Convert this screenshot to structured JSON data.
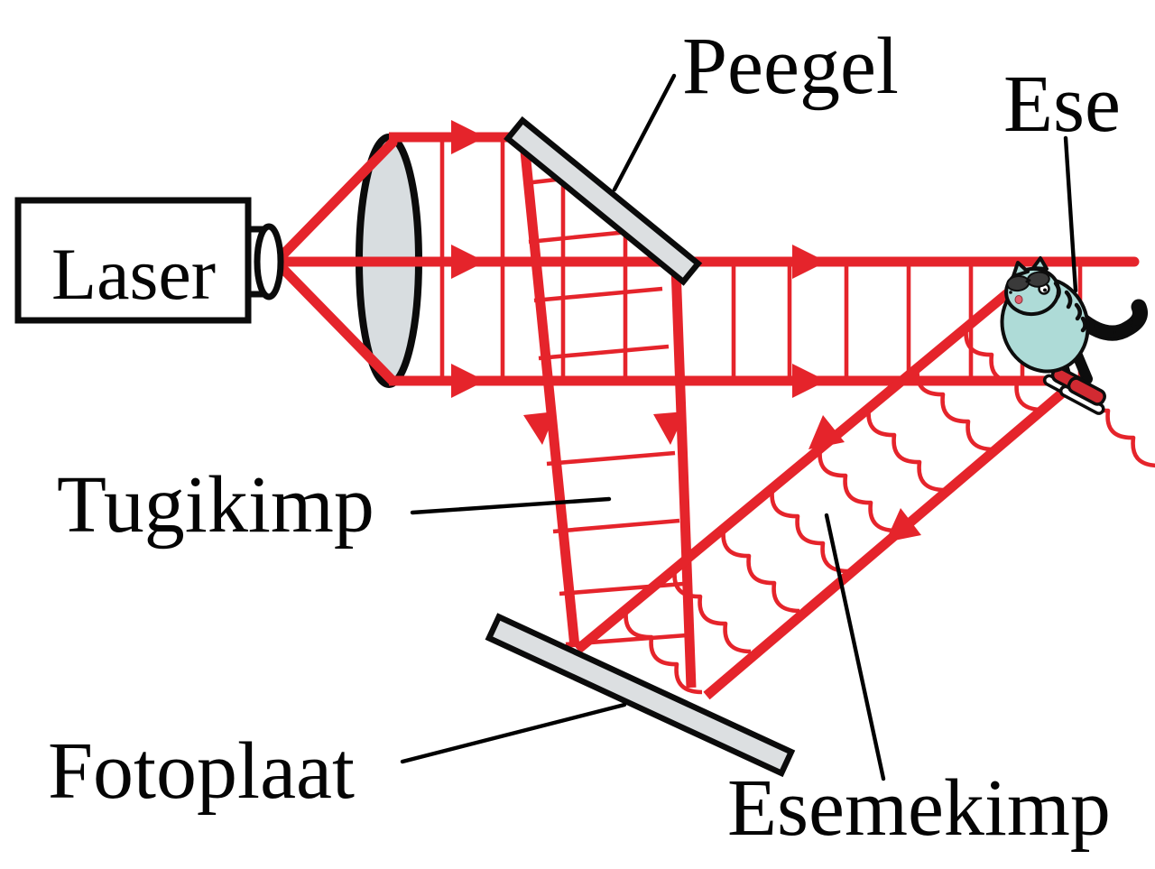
{
  "diagram": {
    "labels": {
      "laser": "Laser",
      "mirror": "Peegel",
      "object": "Ese",
      "reference_beam": "Tugikimp",
      "photo_plate": "Fotoplaat",
      "object_beam": "Esemekimp"
    },
    "colors": {
      "beam_red": "#e5242b",
      "beam_red_dark": "#c81b22",
      "outline_black": "#0b0b0b",
      "lens_fill": "#d8dde0",
      "mirror_fill": "#dcdfe1",
      "plate_fill": "#dcdfe1",
      "cat_body": "#aedbd7",
      "cat_tail_stripe": "#4fa3b2",
      "cat_shoe_red": "#d22a32",
      "cat_glasses": "#3a3a3a",
      "cat_mouth_pink": "#e2606e",
      "background": "#ffffff"
    }
  }
}
